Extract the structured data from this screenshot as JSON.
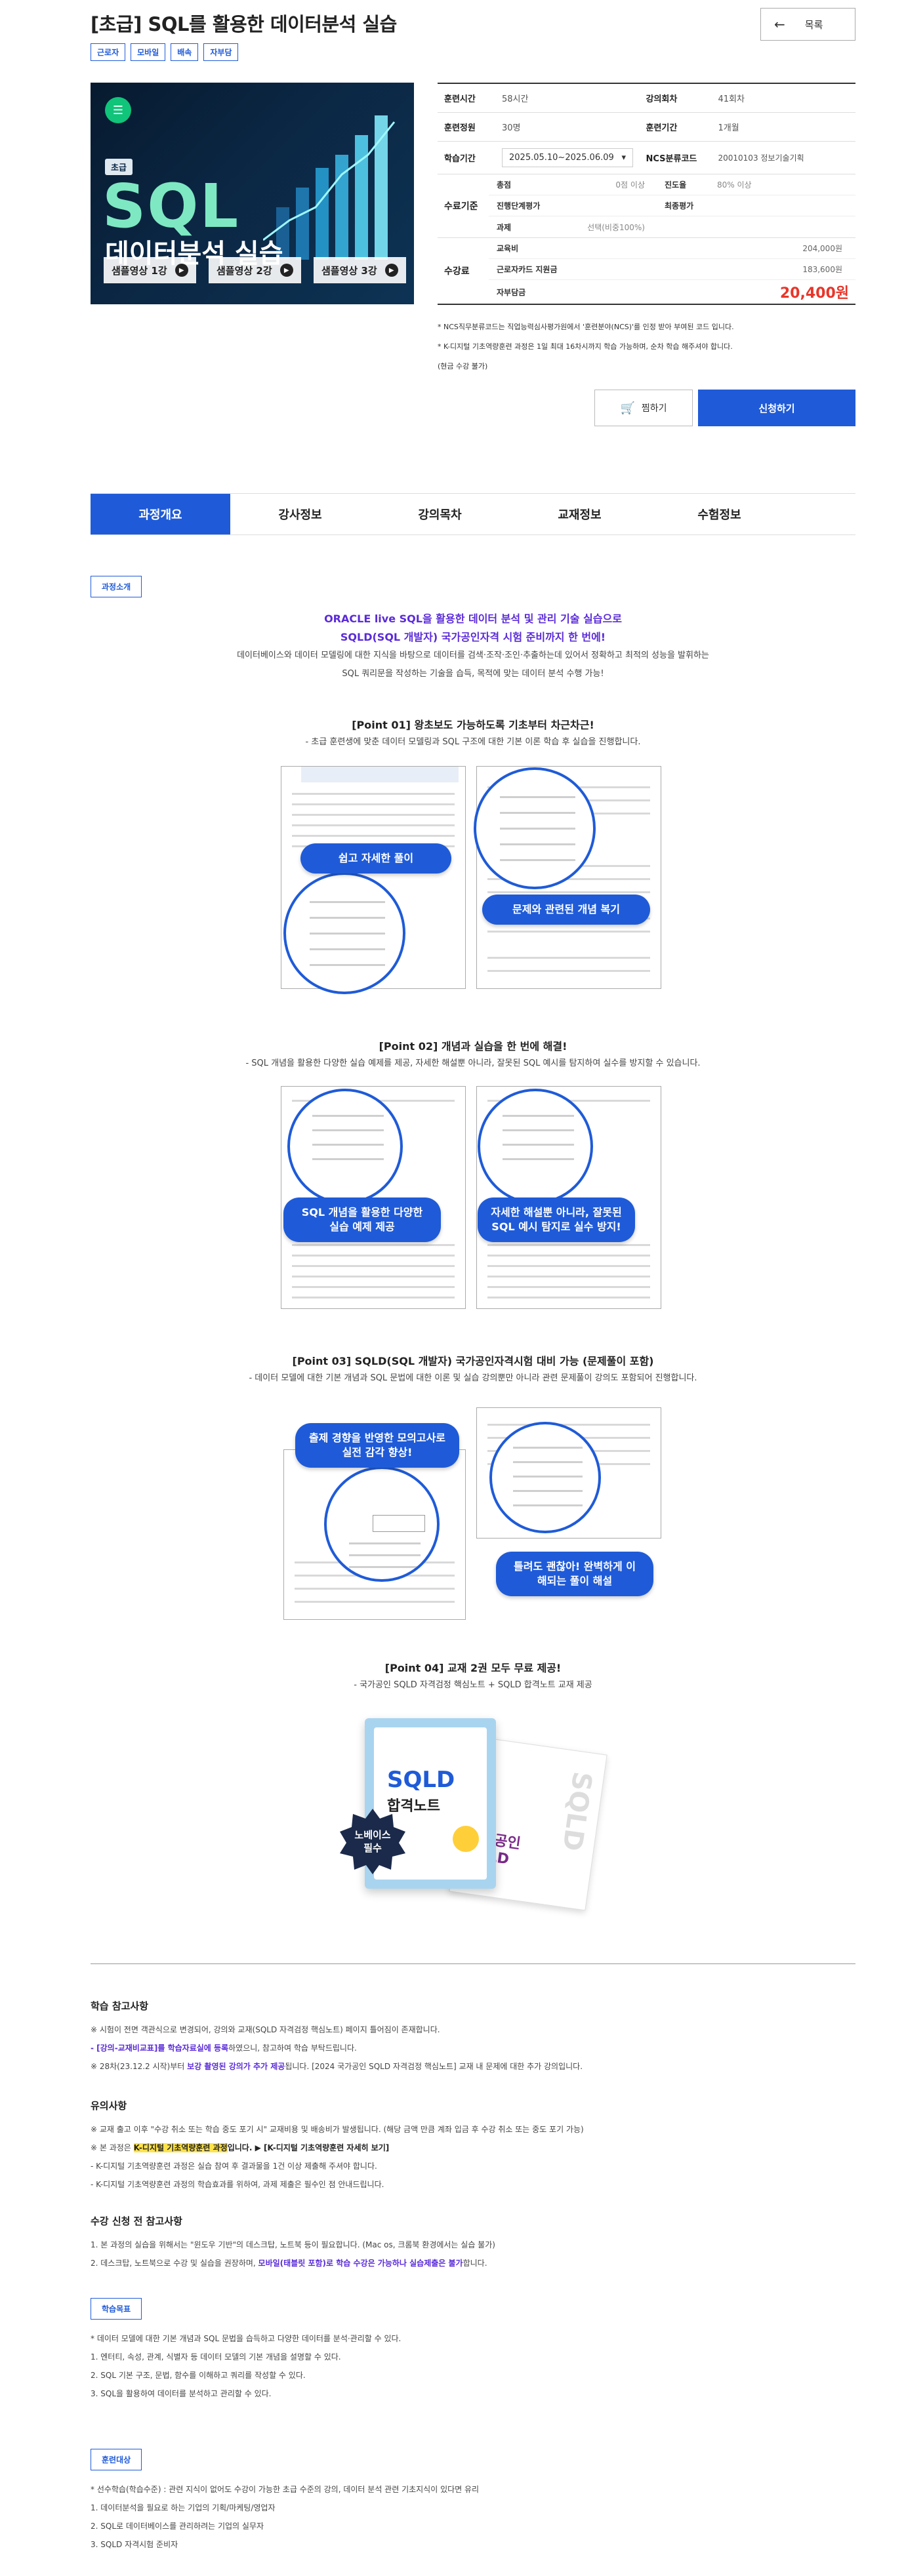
{
  "header": {
    "title": "[초급] SQL를 활용한 데이터분석 실습",
    "tags": [
      "근로자",
      "모바일",
      "배속",
      "자부담"
    ],
    "list_button": "목록"
  },
  "hero": {
    "level": "초급",
    "sql": "SQL",
    "subtitle": "데이터분석 실습",
    "samples": [
      "샘플영상 1강",
      "샘플영상 2강",
      "샘플영상 3강"
    ]
  },
  "info": {
    "rows": [
      {
        "k1": "훈련시간",
        "v1": "58시간",
        "k2": "강의회차",
        "v2": "41회차"
      },
      {
        "k1": "훈련정원",
        "v1": "30명",
        "k2": "훈련기간",
        "v2": "1개월"
      }
    ],
    "period_label": "학습기간",
    "period_value": "2025.05.10~2025.06.09",
    "ncs_label": "NCS분류코드",
    "ncs_value": "20010103 정보기술기획",
    "completion_label": "수료기준",
    "completion": [
      {
        "k": "총점",
        "v": "0점 이상",
        "k2": "진도율",
        "v2": "80% 이상"
      },
      {
        "k": "진행단계평가",
        "v": "",
        "k2": "최종평가",
        "v2": ""
      },
      {
        "k": "과제",
        "v": "선택(비중100%)",
        "k2": "",
        "v2": ""
      }
    ],
    "fee_label": "수강료",
    "fee": [
      {
        "k": "교육비",
        "v": "204,000원"
      },
      {
        "k": "근로자카드 지원금",
        "v": "183,600원"
      },
      {
        "k": "자부담금",
        "v": "20,400원"
      }
    ]
  },
  "notes": [
    "* NCS직무분류코드는 직업능력심사평가원에서 '훈련분야(NCS)'를 인정 받아 부여된 코드 입니다.",
    "* K-디지털 기초역량훈련 과정은 1일 최대 16차시까지 학습 가능하며, 순차 학습 해주셔야 합니다.",
    "(현금 수강 불가)"
  ],
  "buttons": {
    "cart": "찜하기",
    "apply": "신청하기"
  },
  "tabs": [
    "과정개요",
    "강사정보",
    "강의목차",
    "교재정보",
    "수험정보"
  ],
  "intro": {
    "label": "과정소개",
    "h1": "ORACLE live SQL을 활용한 데이터 분석 및 관리 기술 실습으로",
    "h2": "SQLD(SQL 개발자) 국가공인자격 시험 준비까지 한 번에!",
    "p1": "데이터베이스와 데이터 모델링에 대한 지식을 바탕으로 데이터를 검색·조작·조인·추출하는데 있어서 정확하고 최적의 성능을 발휘하는",
    "p2": "SQL 쿼리문을 작성하는 기술을 습득, 목적에 맞는 데이터 분석 수행 가능!"
  },
  "points": [
    {
      "title": "[Point 01] 왕초보도 가능하도록 기초부터 차근차근!",
      "desc": "- 초급 훈련생에 맞춘 데이터 모델링과 SQL 구조에 대한 기본 이론 학습 후 실습을 진행합니다.",
      "pill1": "쉽고 자세한 풀이",
      "pill2": "문제와 관련된 개념 복기"
    },
    {
      "title": "[Point 02] 개념과 실습을 한 번에 해결!",
      "desc": "- SQL 개념을 활용한 다양한 실습 예제를 제공, 자세한 해설뿐 아니라, 잘못된 SQL 예시를 탐지하여 실수를 방지할 수 있습니다.",
      "pill1": "SQL 개념을 활용한 다양한 실습 예제 제공",
      "pill2": "자세한 해설뿐 아니라, 잘못된 SQL 예시 탐지로 실수 방지!"
    },
    {
      "title": "[Point 03] SQLD(SQL 개발자) 국가공인자격시험 대비 가능 (문제풀이 포함)",
      "desc": "- 데이터 모델에 대한 기본 개념과 SQL 문법에 대한 이론 및 실습 강의뿐만 아니라 관련 문제풀이 강의도 포함되어 진행합니다.",
      "pill1": "출제 경향을 반영한 모의고사로 실전 감각 향상!",
      "pill2": "틀려도 괜찮아! 완벽하게 이해되는 풀이 해설"
    },
    {
      "title": "[Point 04] 교재 2권 모두 무료 제공!",
      "desc": "- 국가공인 SQLD 자격검정 핵심노트 + SQLD 합격노트 교재 제공",
      "book1_title": "SQLD",
      "book1_sub": "합격노트",
      "book2_title": "국가공인 SQLD",
      "badge": "노베이스 필수"
    }
  ],
  "study_ref": {
    "title": "학습 참고사항",
    "l1": "※ 시험이 전면 객관식으로 변경되어, 강의와 교재(SQLD 자격검정 핵심노트) 페이지 틀어짐이 존재합니다.",
    "l2a": "- [강의-교재비교표]를 학습자료실에 등록",
    "l2b": "하였으니, 참고하여 학습 부탁드립니다.",
    "l3a": "※ 28차(23.12.2 시작)부터 ",
    "l3b": "보강 촬영된 강의가 추가 제공",
    "l3c": "됩니다. [2024 국가공인 SQLD 자격검정 핵심노트] 교재 내 문제에 대한 추가 강의입니다."
  },
  "caution": {
    "title": "유의사항",
    "l1": "※ 교재 출고 이후 \"수강 취소 또는 학습 중도 포기 시\" 교재비용 및 배송비가 발생됩니다. (해당 금액 만큼 계좌 입금 후 수강 취소 또는 중도 포기 가능)",
    "l2a": "※ 본 과정은 ",
    "l2b": "K-디지털 기초역량훈련 과정",
    "l2c": "입니다. ▶ [K-디지털 기초역량훈련 자세히 보기]",
    "l3": "- K-디지털 기초역량훈련 과정은 실습 참여 후 결과물을 1건 이상 제출해 주셔야 합니다.",
    "l4": "- K-디지털 기초역량훈련 과정의 학습효과를 위하여, 과제 제출은 필수인 점 안내드립니다."
  },
  "env": {
    "title": "수강 신청 전 참고사항",
    "l1": "1. 본 과정의 실습을 위해서는 \"윈도우 기반\"의 데스크탑, 노트북 등이 필요합니다. (Mac os, 크롬북 환경에서는 실습 불가)",
    "l2a": "2. 데스크탑, 노트북으로 수강 및 실습을 권장하며, ",
    "l2b": "모바일(태블릿 포함)로 학습 수강은 가능하나 실습제출은 불가",
    "l2c": "합니다."
  },
  "goals": {
    "label": "학습목표",
    "l0": "* 데이터 모델에 대한 기본 개념과 SQL 문법을 습득하고 다양한 데이터를 분석·관리할 수 있다.",
    "l1": "1. 엔터티, 속성, 관계, 식별자 등 데이터 모델의 기본 개념을 설명할 수 있다.",
    "l2": "2. SQL 기본 구조, 문법, 함수를 이해하고 쿼리를 작성할 수 있다.",
    "l3": "3. SQL을 활용하여 데이터를 분석하고 관리할 수 있다."
  },
  "target": {
    "label": "훈련대상",
    "l0": "* 선수학습(학습수준) : 관련 지식이 없어도 수강이 가능한 초급 수준의 강의, 데이터 분석 관련 기초지식이 있다면 유리",
    "l1": "1. 데이터분석을 필요로 하는 기업의 기획/마케팅/영업자",
    "l2": "2. SQL로 데이터베이스를 관리하려는 기업의 실무자",
    "l3": "3. SQLD 자격시험 준비자"
  },
  "colors": {
    "accent": "#1f5bd8",
    "price": "#e8362a",
    "purple": "#5a2bd8"
  }
}
